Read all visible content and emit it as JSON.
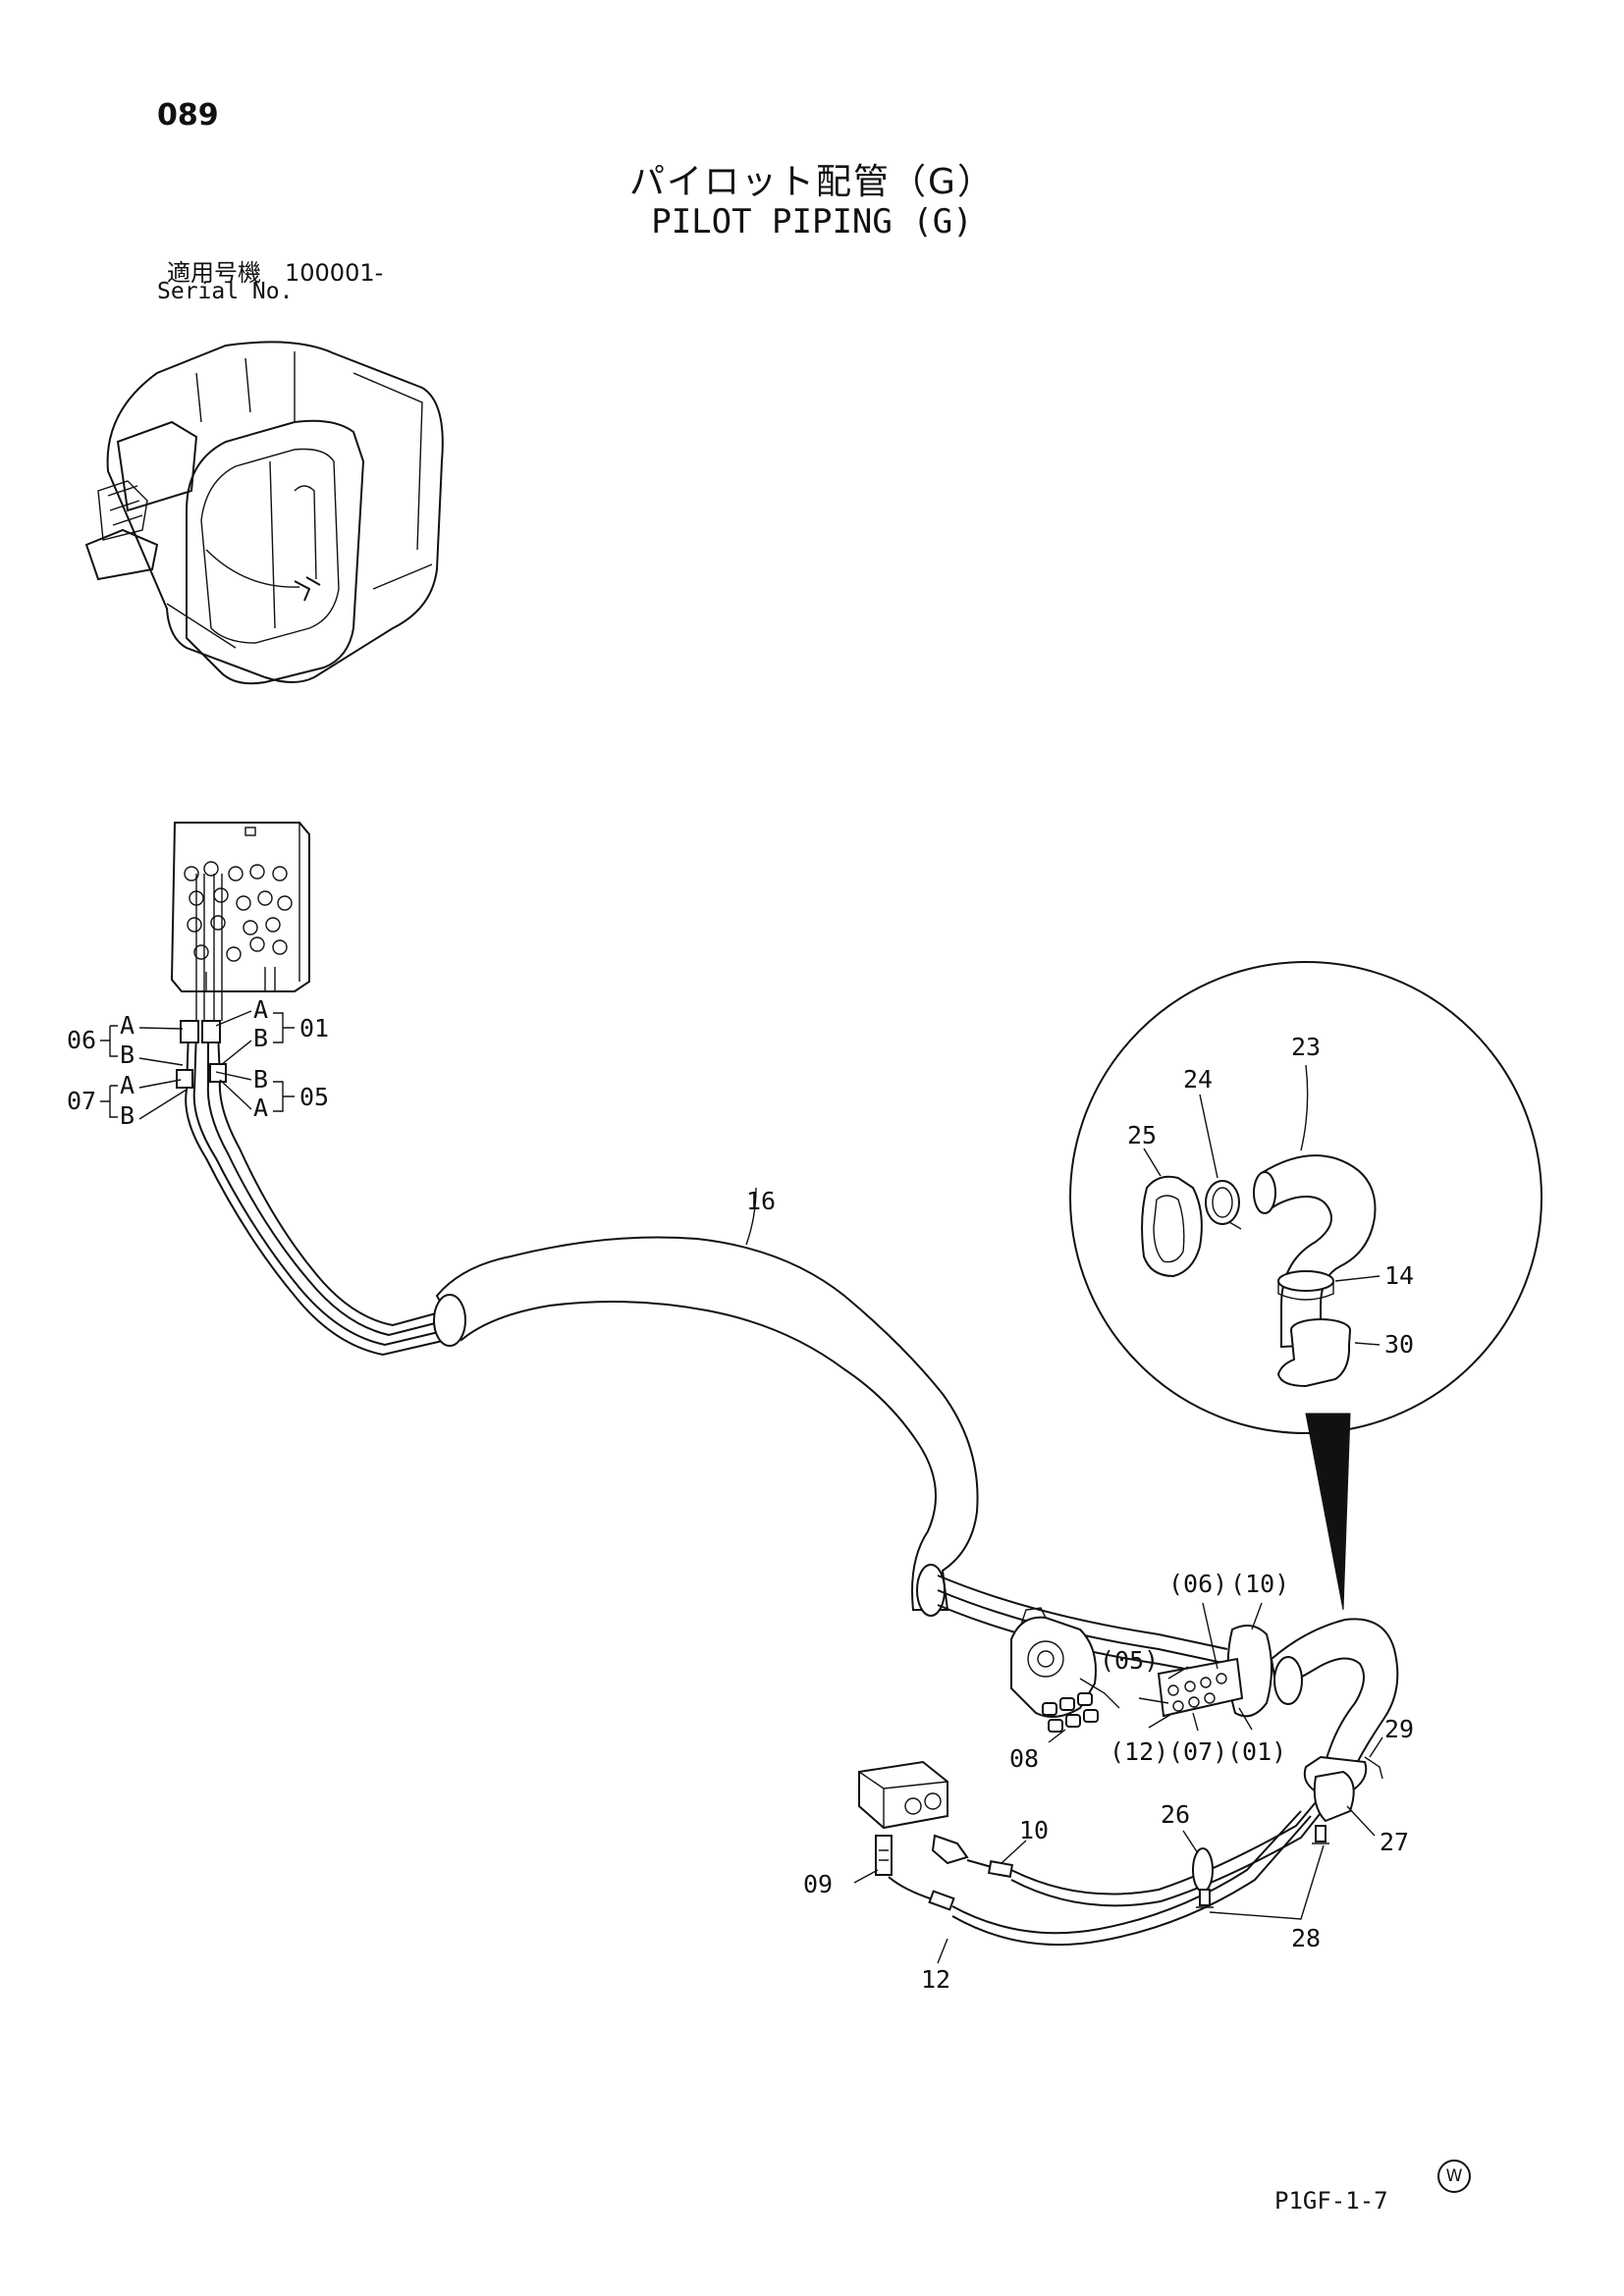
{
  "header": {
    "page_number": "089",
    "title_ja": "パイロット配管（G）",
    "title_en": "PILOT PIPING (G)",
    "serial_ja": "適用号機　100001-",
    "serial_en": "Serial No."
  },
  "footer": {
    "doc_code": "P1GF-1-7",
    "w_mark": "W"
  },
  "callouts": {
    "c01": "01",
    "c05": "05",
    "c06": "06",
    "c07": "07",
    "c16": "16",
    "c23": "23",
    "c24": "24",
    "c25": "25",
    "c14": "14",
    "c30": "30",
    "c06p": "(06)",
    "c10p": "(10)",
    "c05p": "(05)",
    "c12p": "(12)",
    "c07p": "(07)",
    "c01p": "(01)",
    "c08": "08",
    "c29": "29",
    "c26": "26",
    "c27": "27",
    "c10": "10",
    "c09": "09",
    "c28": "28",
    "c12": "12"
  },
  "port_labels": {
    "a": "A",
    "b": "B"
  }
}
